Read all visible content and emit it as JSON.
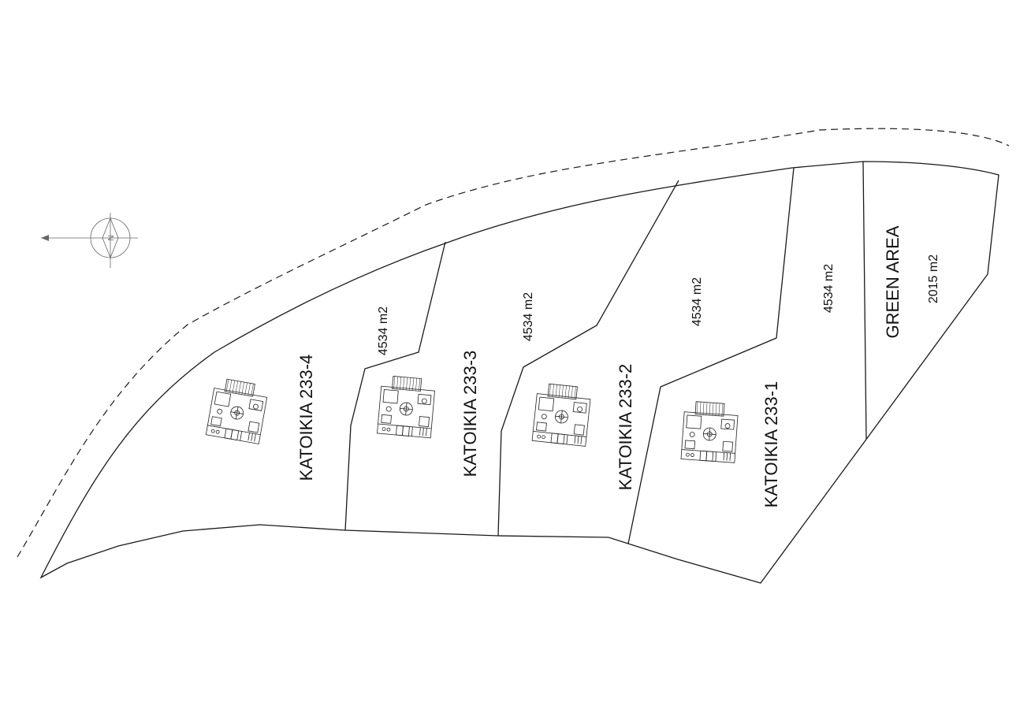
{
  "plots": [
    {
      "id": "233-4",
      "label": "KATOIKIA 233-4",
      "area": "4534 m2"
    },
    {
      "id": "233-3",
      "label": "KATOIKIA 233-3",
      "area": "4534 m2"
    },
    {
      "id": "233-2",
      "label": "KATOIKIA 233-2",
      "area": "4534 m2"
    },
    {
      "id": "233-1",
      "label": "KATOIKIA 233-1",
      "area": "4534 m2"
    }
  ],
  "green_area": {
    "label": "GREEN AREA",
    "area": "2015 m2"
  },
  "north_arrow": {
    "icon": "north-arrow-icon"
  }
}
